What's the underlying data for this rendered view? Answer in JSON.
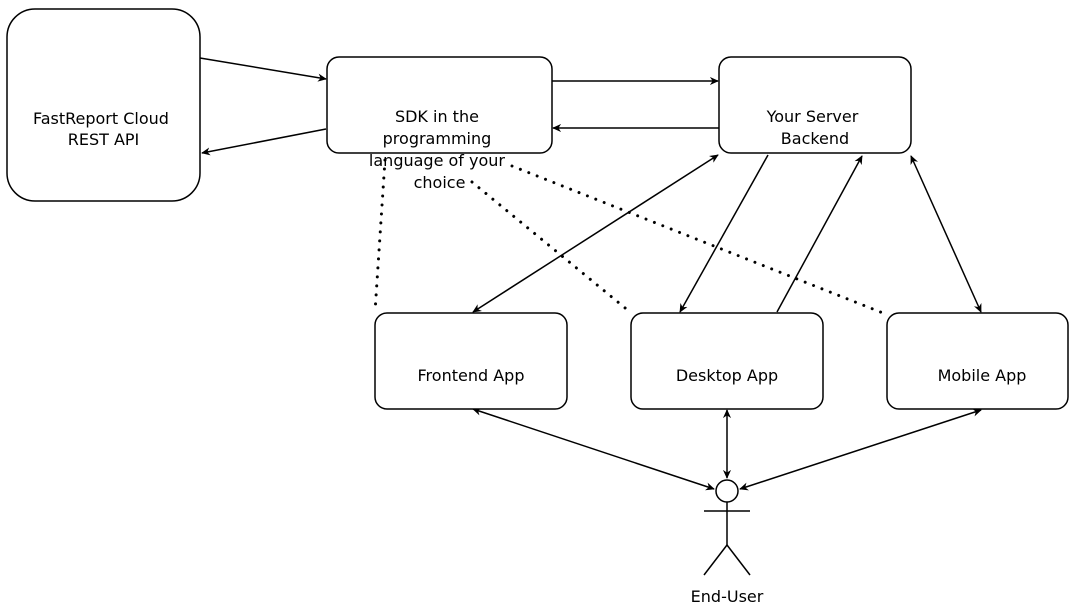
{
  "nodes": {
    "cloud_api": {
      "lines": [
        "FastReport Cloud",
        "REST API"
      ]
    },
    "sdk": {
      "lines": [
        "SDK in the",
        "programming",
        "language of your",
        "choice"
      ]
    },
    "backend": {
      "lines": [
        "Your Server",
        "Backend"
      ]
    },
    "frontend": {
      "lines": [
        "Frontend App"
      ]
    },
    "desktop": {
      "lines": [
        "Desktop App"
      ]
    },
    "mobile": {
      "lines": [
        "Mobile App"
      ]
    }
  },
  "actor": {
    "label": "End-User"
  },
  "colors": {
    "stroke": "#000000",
    "fill": "#ffffff"
  }
}
